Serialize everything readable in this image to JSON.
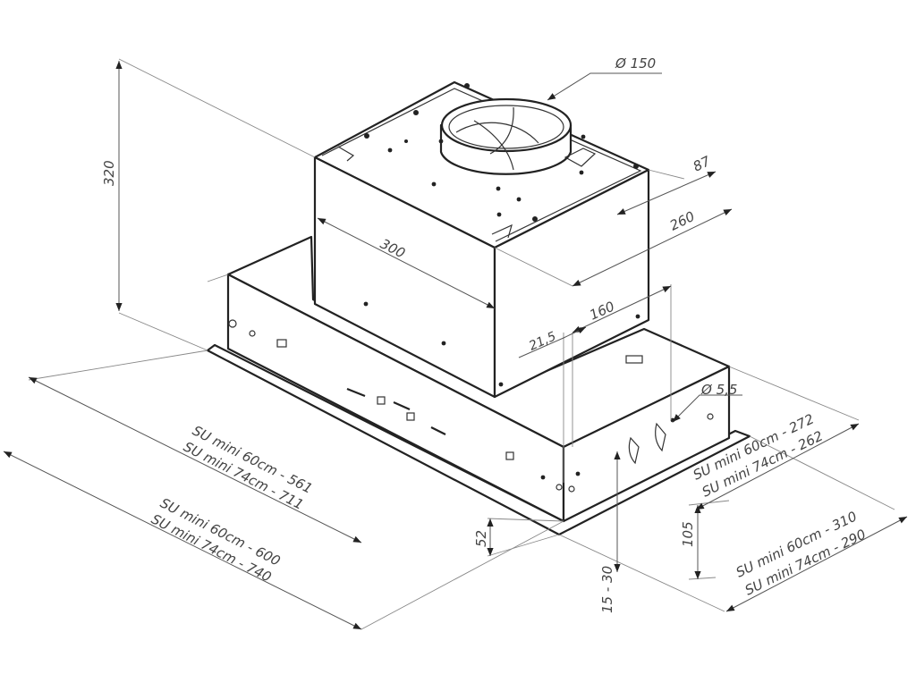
{
  "dimensions": {
    "height_total": "320",
    "duct_diameter": "Ø 150",
    "duct_offset": "87",
    "motor_depth": "260",
    "motor_width": "300",
    "offset_side": "21,5",
    "offset_front": "160",
    "hole_diameter": "Ø 5,5",
    "frame_height": "52",
    "front_height": "105",
    "adjust_range": "15 - 30"
  },
  "variants": {
    "inner_width_60": "SU mini 60cm - 561",
    "inner_width_74": "SU mini 74cm - 711",
    "outer_width_60": "SU mini 60cm - 600",
    "outer_width_74": "SU mini 74cm - 740",
    "inner_depth_60": "SU mini 60cm - 272",
    "inner_depth_74": "SU mini 74cm - 262",
    "outer_depth_60": "SU mini 60cm - 310",
    "outer_depth_74": "SU mini 74cm - 290"
  }
}
